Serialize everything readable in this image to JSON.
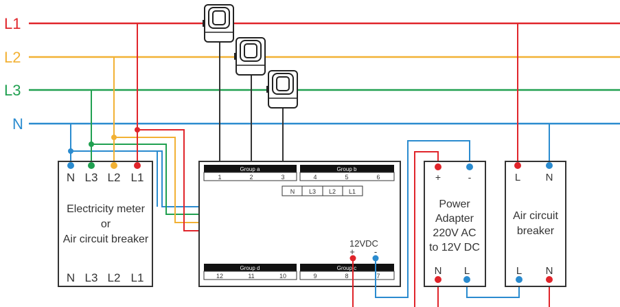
{
  "colors": {
    "l1": "#e0242a",
    "l2": "#f2b134",
    "l3": "#20a050",
    "n": "#2a8bcf",
    "wire_dark": "#333333",
    "box": "#333333"
  },
  "lines": {
    "l1": "L1",
    "l2": "L2",
    "l3": "L3",
    "n": "N"
  },
  "meter": {
    "top_terms": [
      "N",
      "L3",
      "L2",
      "L1"
    ],
    "bottom_terms": [
      "N",
      "L3",
      "L2",
      "L1"
    ],
    "title_1": "Electricity meter",
    "title_2": "or",
    "title_3": "Air circuit breaker"
  },
  "monitor": {
    "group_a": "Group a",
    "group_b": "Group b",
    "group_c": "Group c",
    "group_d": "Group d",
    "top_nums": [
      "1",
      "2",
      "3",
      "4",
      "5",
      "6"
    ],
    "bottom_nums": [
      "12",
      "11",
      "10",
      "9",
      "8",
      "7"
    ],
    "voltage_terms": [
      "N",
      "L3",
      "L2",
      "L1"
    ],
    "supply_label": "12VDC",
    "plus": "+",
    "minus": "-"
  },
  "adapter": {
    "top_plus": "+",
    "top_minus": "-",
    "title_1": "Power",
    "title_2": "Adapter",
    "title_3": "220V AC",
    "title_4": "to 12V DC",
    "bottom_n": "N",
    "bottom_l": "L"
  },
  "breaker": {
    "top_l": "L",
    "top_n": "N",
    "title_1": "Air circuit",
    "title_2": "breaker",
    "bottom_l": "L",
    "bottom_n": "N"
  }
}
